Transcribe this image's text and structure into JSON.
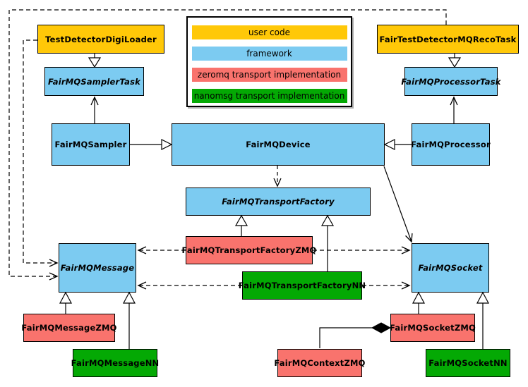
{
  "colors": {
    "user_code": "#FFC808",
    "framework": "#7CCBF1",
    "zeromq_transport": "#F9736D",
    "nanomsg_transport": "#04A904",
    "line": "#000000",
    "background": "#FFFFFF"
  },
  "legend": {
    "items": [
      {
        "label": "user code",
        "color": "#FFC808"
      },
      {
        "label": "framework",
        "color": "#7CCBF1"
      },
      {
        "label": "zeromq transport implementation",
        "color": "#F9736D"
      },
      {
        "label": "nanomsg transport implementation",
        "color": "#04A904"
      }
    ]
  },
  "nodes": {
    "test_detector_digi_loader": {
      "label": "TestDetectorDigiLoader",
      "category": "user code",
      "abstract": false
    },
    "fair_test_detector_mq_reco_task": {
      "label": "FairTestDetectorMQRecoTask",
      "category": "user code",
      "abstract": false
    },
    "fairmq_sampler_task": {
      "label": "FairMQSamplerTask",
      "category": "framework",
      "abstract": true
    },
    "fairmq_processor_task": {
      "label": "FairMQProcessorTask",
      "category": "framework",
      "abstract": true
    },
    "fairmq_sampler": {
      "label": "FairMQSampler",
      "category": "framework",
      "abstract": false
    },
    "fairmq_device": {
      "label": "FairMQDevice",
      "category": "framework",
      "abstract": false
    },
    "fairmq_processor": {
      "label": "FairMQProcessor",
      "category": "framework",
      "abstract": false
    },
    "fairmq_transport_factory": {
      "label": "FairMQTransportFactory",
      "category": "framework",
      "abstract": true
    },
    "fairmq_transport_factory_zmq": {
      "label": "FairMQTransportFactoryZMQ",
      "category": "zeromq transport implementation",
      "abstract": false
    },
    "fairmq_transport_factory_nn": {
      "label": "FairMQTransportFactoryNN",
      "category": "nanomsg transport implementation",
      "abstract": false
    },
    "fairmq_message": {
      "label": "FairMQMessage",
      "category": "framework",
      "abstract": true
    },
    "fairmq_socket": {
      "label": "FairMQSocket",
      "category": "framework",
      "abstract": true
    },
    "fairmq_message_zmq": {
      "label": "FairMQMessageZMQ",
      "category": "zeromq transport implementation",
      "abstract": false
    },
    "fairmq_message_nn": {
      "label": "FairMQMessageNN",
      "category": "nanomsg transport implementation",
      "abstract": false
    },
    "fairmq_socket_zmq": {
      "label": "FairMQSocketZMQ",
      "category": "zeromq transport implementation",
      "abstract": false
    },
    "fairmq_context_zmq": {
      "label": "FairMQContextZMQ",
      "category": "zeromq transport implementation",
      "abstract": false
    },
    "fairmq_socket_nn": {
      "label": "FairMQSocketNN",
      "category": "nanomsg transport implementation",
      "abstract": false
    }
  },
  "edges": [
    {
      "from": "TestDetectorDigiLoader",
      "to": "FairMQSamplerTask",
      "type": "generalization"
    },
    {
      "from": "FairTestDetectorMQRecoTask",
      "to": "FairMQProcessorTask",
      "type": "generalization"
    },
    {
      "from": "FairMQSampler",
      "to": "FairMQSamplerTask",
      "type": "association"
    },
    {
      "from": "FairMQProcessor",
      "to": "FairMQProcessorTask",
      "type": "association"
    },
    {
      "from": "FairMQSampler",
      "to": "FairMQDevice",
      "type": "generalization"
    },
    {
      "from": "FairMQProcessor",
      "to": "FairMQDevice",
      "type": "generalization"
    },
    {
      "from": "FairMQDevice",
      "to": "FairMQTransportFactory",
      "type": "dependency-dashed"
    },
    {
      "from": "FairMQDevice",
      "to": "FairMQSocket",
      "type": "association"
    },
    {
      "from": "FairMQTransportFactoryZMQ",
      "to": "FairMQTransportFactory",
      "type": "generalization"
    },
    {
      "from": "FairMQTransportFactoryNN",
      "to": "FairMQTransportFactory",
      "type": "generalization"
    },
    {
      "from": "FairMQTransportFactoryZMQ",
      "to": "FairMQMessage",
      "type": "dependency-dashed"
    },
    {
      "from": "FairMQTransportFactoryZMQ",
      "to": "FairMQSocket",
      "type": "dependency-dashed"
    },
    {
      "from": "FairMQTransportFactoryNN",
      "to": "FairMQMessage",
      "type": "dependency-dashed"
    },
    {
      "from": "FairMQTransportFactoryNN",
      "to": "FairMQSocket",
      "type": "dependency-dashed"
    },
    {
      "from": "TestDetectorDigiLoader",
      "to": "FairMQMessage",
      "type": "dependency-dashed"
    },
    {
      "from": "FairTestDetectorMQRecoTask",
      "to": "FairMQMessage",
      "type": "dependency-dashed"
    },
    {
      "from": "FairMQMessageZMQ",
      "to": "FairMQMessage",
      "type": "generalization"
    },
    {
      "from": "FairMQMessageNN",
      "to": "FairMQMessage",
      "type": "generalization"
    },
    {
      "from": "FairMQSocketZMQ",
      "to": "FairMQSocket",
      "type": "generalization"
    },
    {
      "from": "FairMQSocketNN",
      "to": "FairMQSocket",
      "type": "generalization"
    },
    {
      "from": "FairMQSocketZMQ",
      "to": "FairMQContextZMQ",
      "type": "composition"
    }
  ]
}
